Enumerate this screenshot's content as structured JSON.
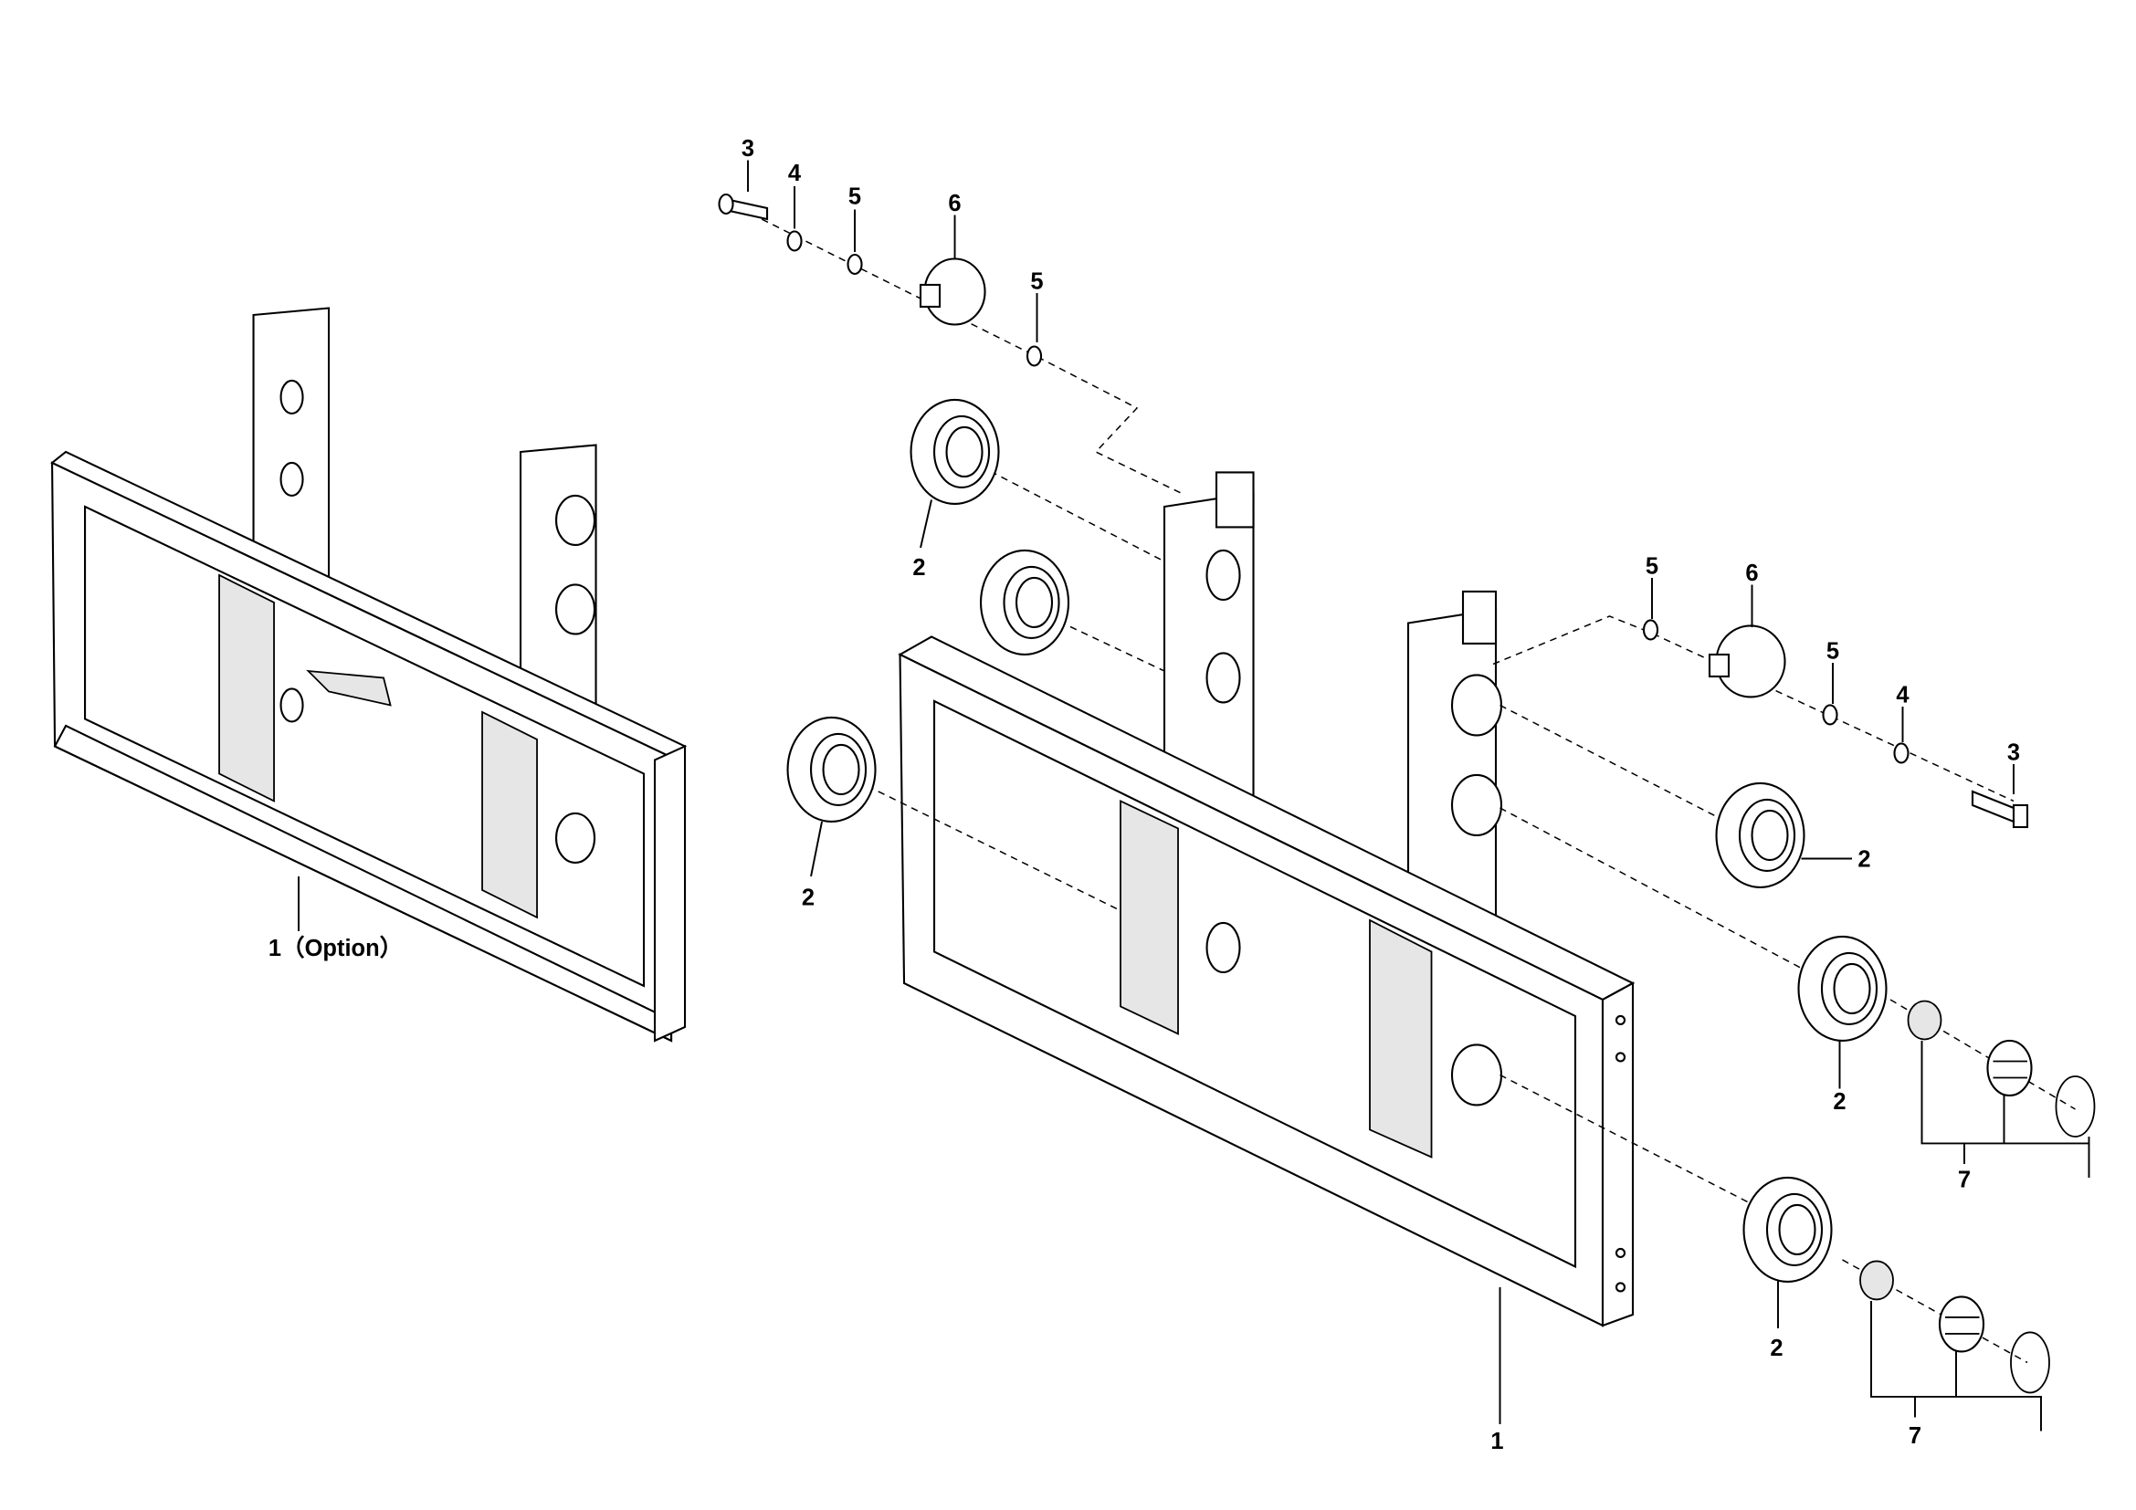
{
  "diagram": {
    "type": "exploded parts diagram",
    "callouts": {
      "option_frame": "1（Option）",
      "main_frame": "1",
      "bearing_upper_left_1": "2",
      "bearing_upper_left_2": "2",
      "bearing_left": "2",
      "bearing_right_1": "2",
      "bearing_right_2": "2",
      "bearing_right_3": "2",
      "bolt_left": "3",
      "washer_left": "4",
      "shim_left_1": "5",
      "shim_left_2": "5",
      "roller_left": "6",
      "shim_right_1": "5",
      "shim_right_2": "5",
      "roller_right": "6",
      "washer_right": "4",
      "bolt_right": "3",
      "clip_set_upper": "7",
      "clip_set_lower": "7"
    }
  }
}
